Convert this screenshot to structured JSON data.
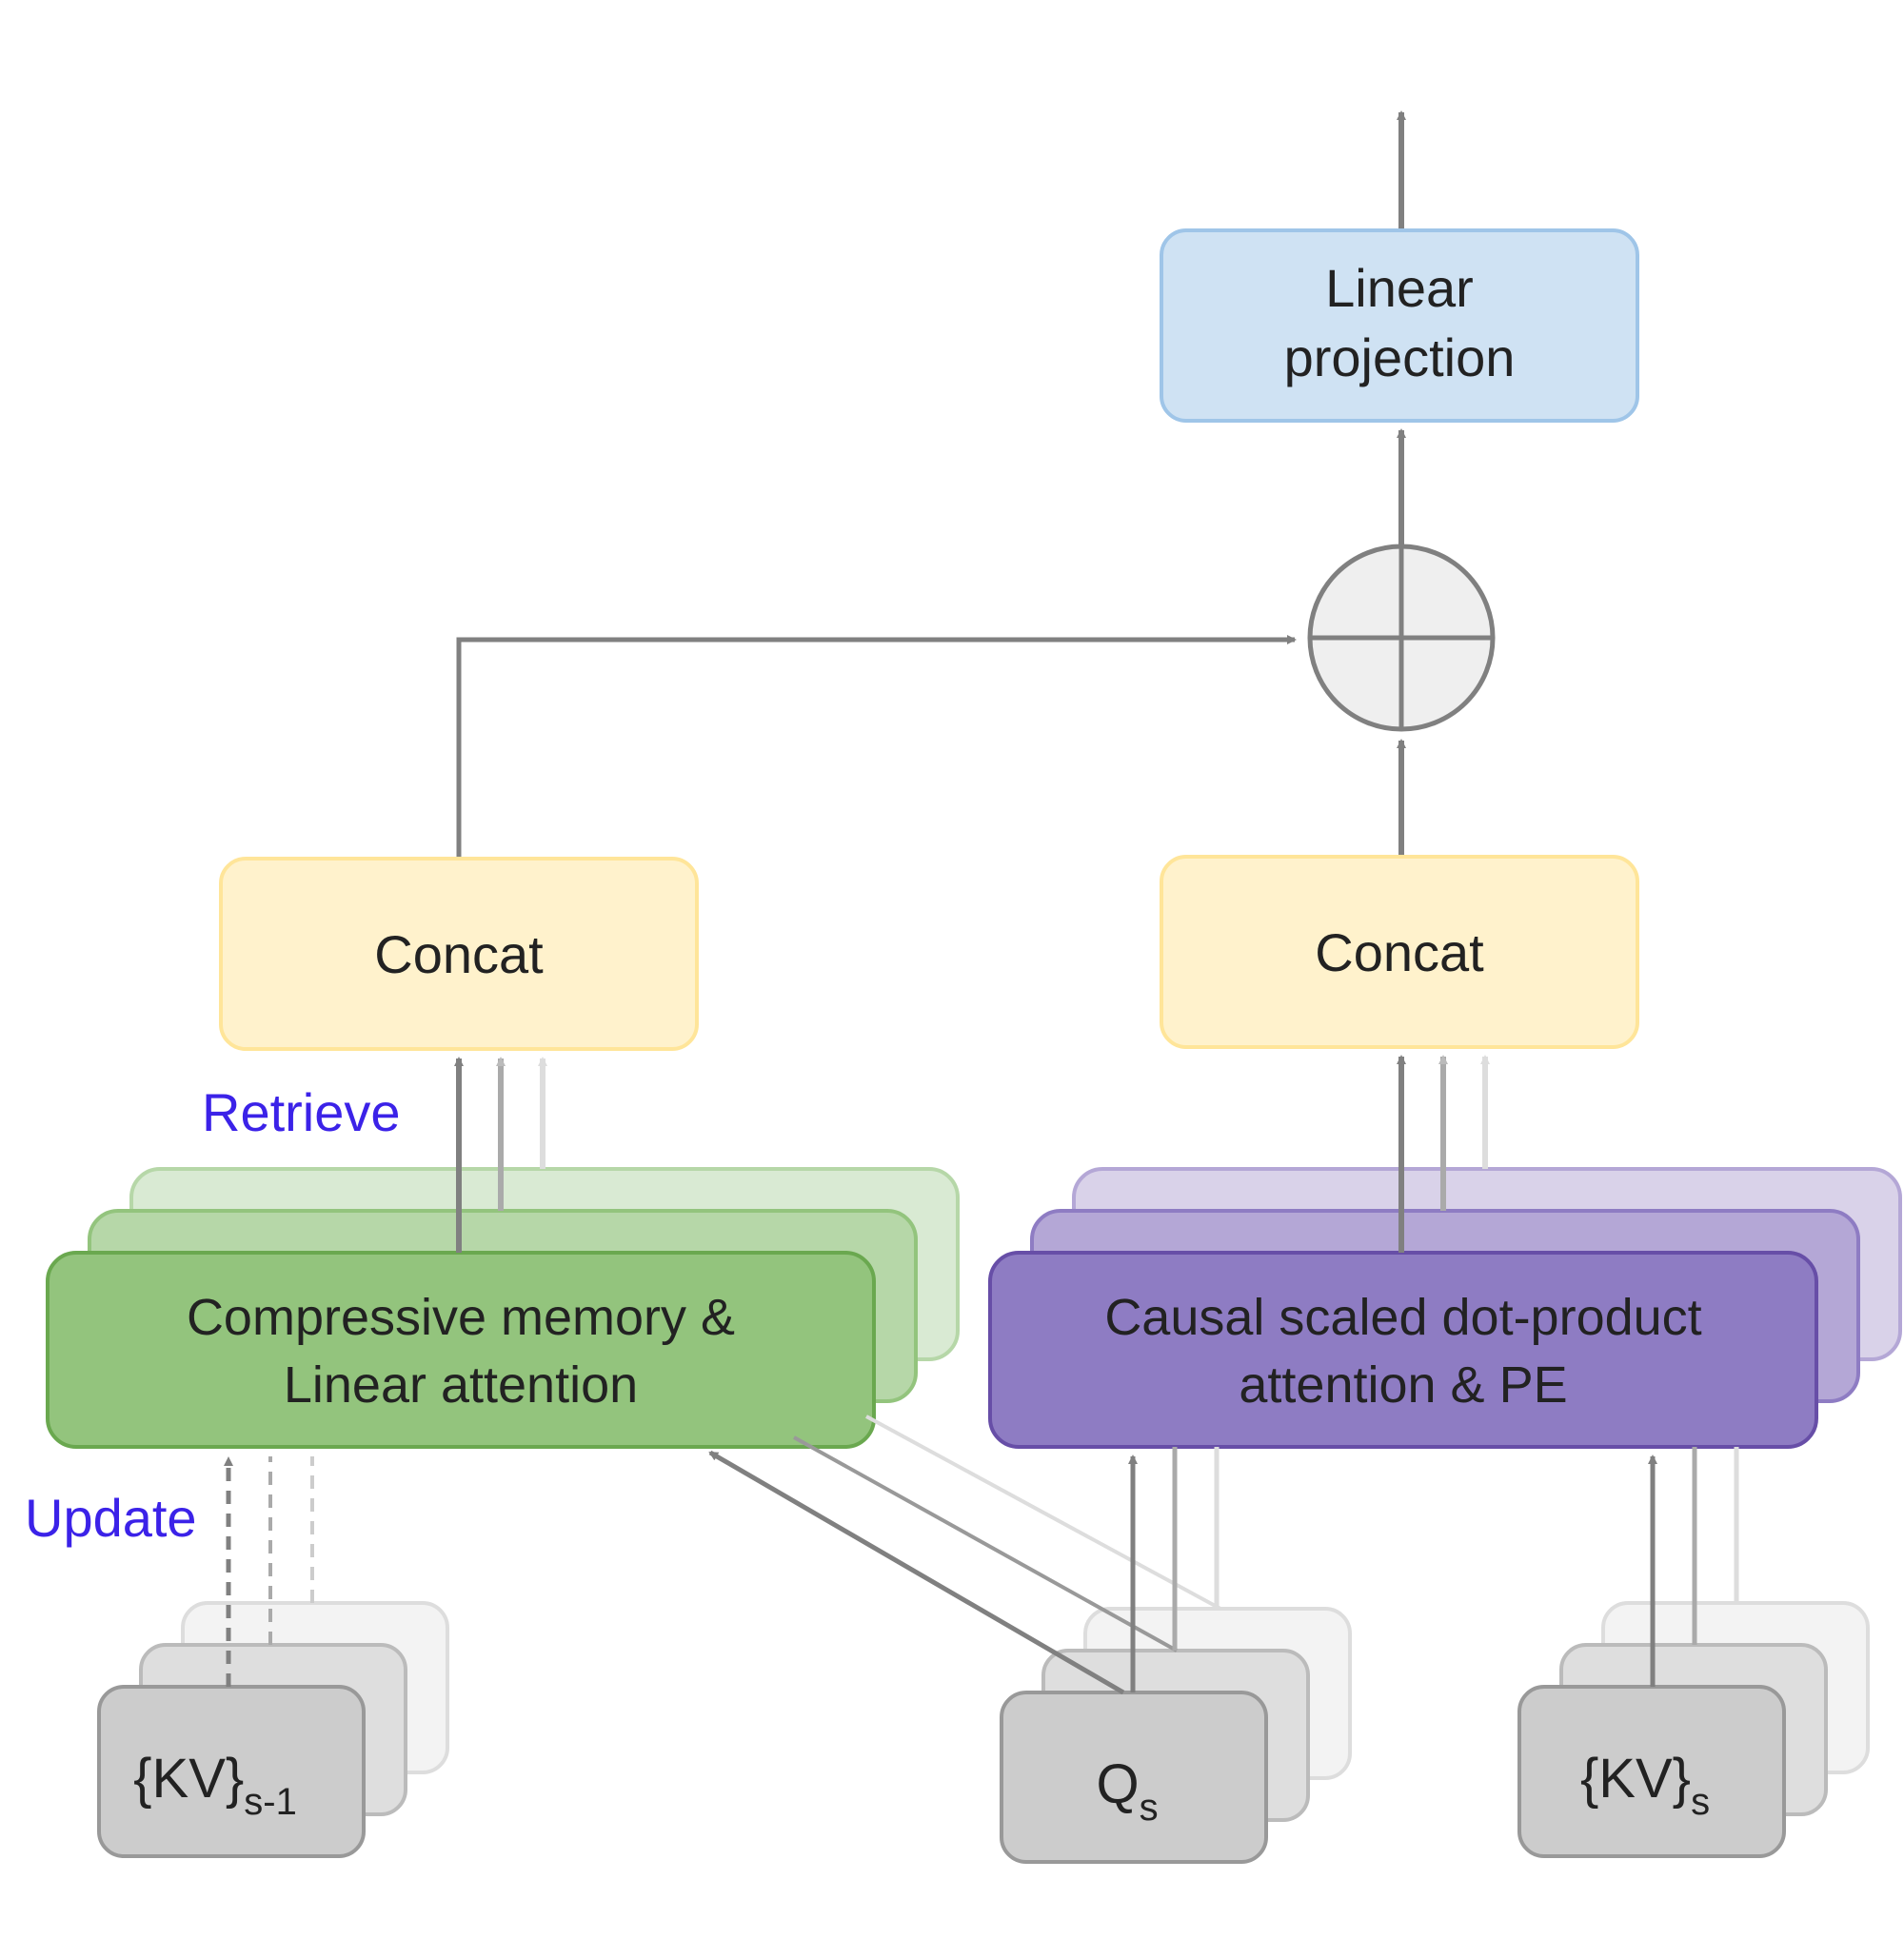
{
  "colors": {
    "linear_fill": "#cfe2f3",
    "linear_stroke": "#9fc5e8",
    "concat_fill": "#fff2cc",
    "concat_stroke": "#ffe599",
    "green_fill": "#93c47d",
    "green_stroke": "#6aa84f",
    "green_back1": "#b6d7a8",
    "green_back2": "#d9ead3",
    "purple_fill": "#8e7cc3",
    "purple_stroke": "#674ea7",
    "purple_back1": "#b4a7d6",
    "purple_back2": "#d9d2e9",
    "input_fill": "#cccccc",
    "input_stroke": "#999999",
    "arrow": "#808080",
    "action_text": "#3b22e8"
  },
  "nodes": {
    "linear_projection": {
      "line1": "Linear",
      "line2": "projection"
    },
    "sum_operator": {
      "icon": "circle-plus-icon"
    },
    "concat_left": {
      "label": "Concat"
    },
    "concat_right": {
      "label": "Concat"
    },
    "compressive_memory": {
      "line1": "Compressive memory &",
      "line2": "Linear attention"
    },
    "causal_attention": {
      "line1": "Causal scaled dot-product",
      "line2": "attention & PE"
    },
    "kv_prev": {
      "base": "{KV}",
      "sub": "s-1"
    },
    "q_s": {
      "base": "Q",
      "sub": "s"
    },
    "kv_s": {
      "base": "{KV}",
      "sub": "s"
    }
  },
  "labels": {
    "retrieve": "Retrieve",
    "update": "Update"
  }
}
